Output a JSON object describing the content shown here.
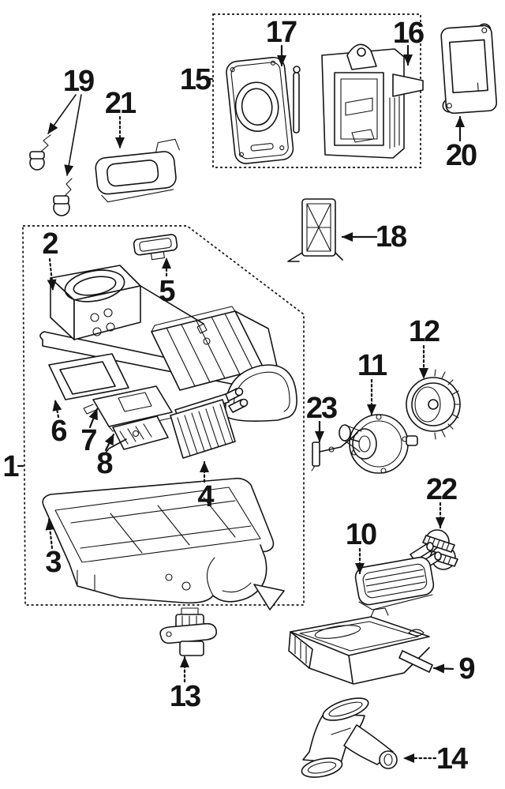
{
  "colors": {
    "ink": "#141414",
    "paper": "#ffffff"
  },
  "callouts": [
    {
      "label": "1"
    },
    {
      "label": "2"
    },
    {
      "label": "3"
    },
    {
      "label": "4"
    },
    {
      "label": "5"
    },
    {
      "label": "6"
    },
    {
      "label": "7"
    },
    {
      "label": "8"
    },
    {
      "label": "9"
    },
    {
      "label": "10"
    },
    {
      "label": "11"
    },
    {
      "label": "12"
    },
    {
      "label": "13"
    },
    {
      "label": "14"
    },
    {
      "label": "15"
    },
    {
      "label": "16"
    },
    {
      "label": "17"
    },
    {
      "label": "18"
    },
    {
      "label": "19"
    },
    {
      "label": "20"
    },
    {
      "label": "21"
    },
    {
      "label": "22"
    },
    {
      "label": "23"
    }
  ]
}
